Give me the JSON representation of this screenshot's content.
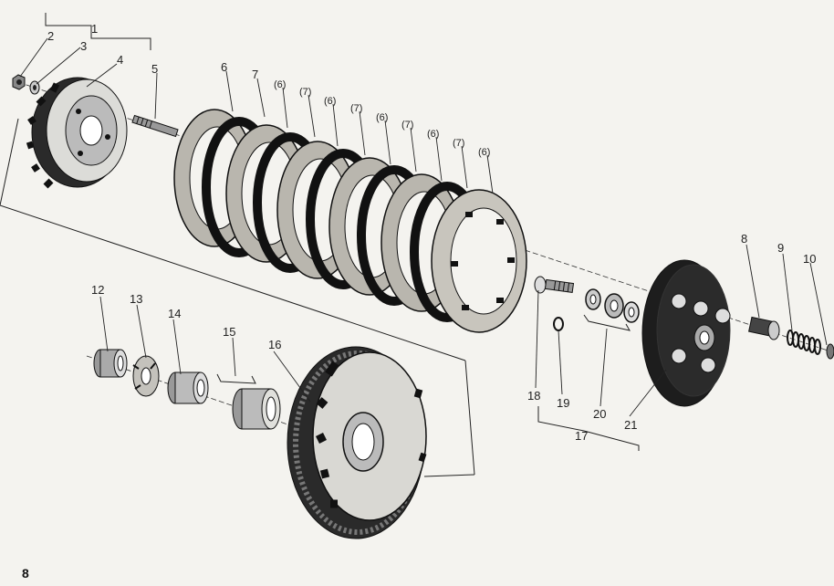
{
  "page": {
    "number": "8"
  },
  "callouts": {
    "c1": "1",
    "c2": "2",
    "c3": "3",
    "c4": "4",
    "c5": "5",
    "c6": "6",
    "c7": "7",
    "p6a": "(6)",
    "p7a": "(7)",
    "p6b": "(6)",
    "p7b": "(7)",
    "p6c": "(6)",
    "p7c": "(7)",
    "p6d": "(6)",
    "p7d": "(7)",
    "p6e": "(6)",
    "c8": "8",
    "c9": "9",
    "c10": "10",
    "c12": "12",
    "c13": "13",
    "c14": "14",
    "c15": "15",
    "c16": "16",
    "c17": "17",
    "c18": "18",
    "c19": "19",
    "c20": "20",
    "c21": "21"
  },
  "colors": {
    "ink": "#1a1a1a",
    "paper": "#f4f3ef",
    "friction": "#bdbab2"
  }
}
